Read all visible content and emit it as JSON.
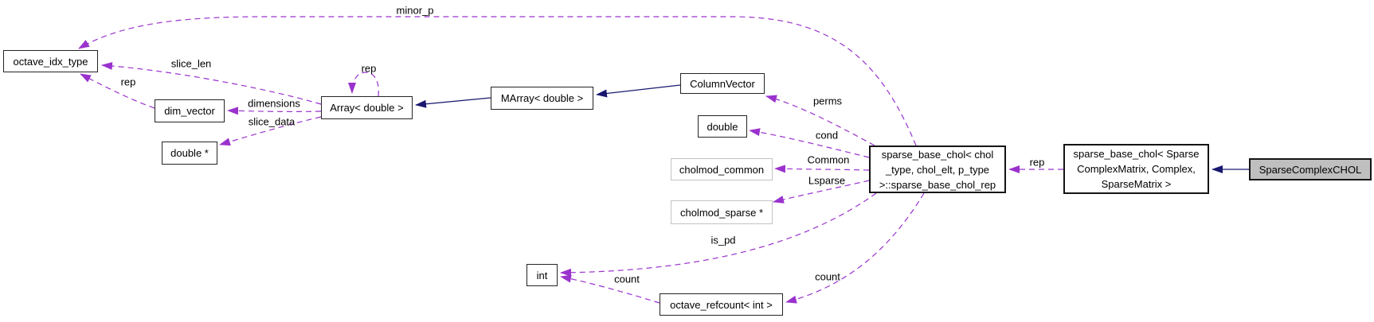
{
  "diagram_type": "collaboration-graph",
  "colors": {
    "background": "#ffffff",
    "usage_edge": "#9a32cd",
    "inheritance_edge": "#191970",
    "node_border": "#242424",
    "external_node_border": "#c3c3c3",
    "highlight_node_fill": "#bfbfbf",
    "text": "#000000"
  },
  "nodes": {
    "octave_idx_type": {
      "label": "octave_idx_type"
    },
    "dim_vector": {
      "label": "dim_vector"
    },
    "double_ptr": {
      "label": "double *"
    },
    "array_double": {
      "label": "Array< double >"
    },
    "marray_double": {
      "label": "MArray< double >"
    },
    "column_vector": {
      "label": "ColumnVector"
    },
    "double": {
      "label": "double"
    },
    "cholmod_common": {
      "label": "cholmod_common"
    },
    "cholmod_sparse_ptr": {
      "label": "cholmod_sparse *"
    },
    "int": {
      "label": "int"
    },
    "octave_refcount_int": {
      "label": "octave_refcount< int >"
    },
    "sparse_base_chol_rep": {
      "lines": [
        "sparse_base_chol< chol",
        "_type, chol_elt, p_type",
        ">::sparse_base_chol_rep"
      ]
    },
    "sparse_base_chol_inst": {
      "lines": [
        "sparse_base_chol< Sparse",
        "ComplexMatrix, Complex,",
        "SparseMatrix >"
      ]
    },
    "sparse_complex_chol": {
      "label": "SparseComplexCHOL"
    }
  },
  "edges": [
    {
      "label": "minor_p",
      "from": "sparse_base_chol_rep",
      "to": "octave_idx_type",
      "style": "dashed"
    },
    {
      "label": "slice_len",
      "from": "array_double",
      "to": "octave_idx_type",
      "style": "dashed"
    },
    {
      "label": "rep",
      "from": "dim_vector",
      "to": "octave_idx_type",
      "style": "dashed"
    },
    {
      "label": "dimensions",
      "from": "array_double",
      "to": "dim_vector",
      "style": "dashed"
    },
    {
      "label": "slice_data",
      "from": "array_double",
      "to": "double_ptr",
      "style": "dashed"
    },
    {
      "label": "rep",
      "from": "array_double",
      "to": "array_double",
      "style": "dashed"
    },
    {
      "label": "perms",
      "from": "sparse_base_chol_rep",
      "to": "column_vector",
      "style": "dashed"
    },
    {
      "label": "cond",
      "from": "sparse_base_chol_rep",
      "to": "double",
      "style": "dashed"
    },
    {
      "label": "Common",
      "from": "sparse_base_chol_rep",
      "to": "cholmod_common",
      "style": "dashed"
    },
    {
      "label": "Lsparse",
      "from": "sparse_base_chol_rep",
      "to": "cholmod_sparse_ptr",
      "style": "dashed"
    },
    {
      "label": "is_pd",
      "from": "sparse_base_chol_rep",
      "to": "int",
      "style": "dashed"
    },
    {
      "label": "count",
      "from": "octave_refcount_int",
      "to": "int",
      "style": "dashed"
    },
    {
      "label": "count",
      "from": "sparse_base_chol_rep",
      "to": "octave_refcount_int",
      "style": "dashed"
    },
    {
      "label": "rep",
      "from": "sparse_base_chol_inst",
      "to": "sparse_base_chol_rep",
      "style": "dashed"
    },
    {
      "label": "",
      "from": "marray_double",
      "to": "array_double",
      "style": "inheritance"
    },
    {
      "label": "",
      "from": "column_vector",
      "to": "marray_double",
      "style": "inheritance"
    },
    {
      "label": "",
      "from": "sparse_complex_chol",
      "to": "sparse_base_chol_inst",
      "style": "inheritance"
    }
  ]
}
